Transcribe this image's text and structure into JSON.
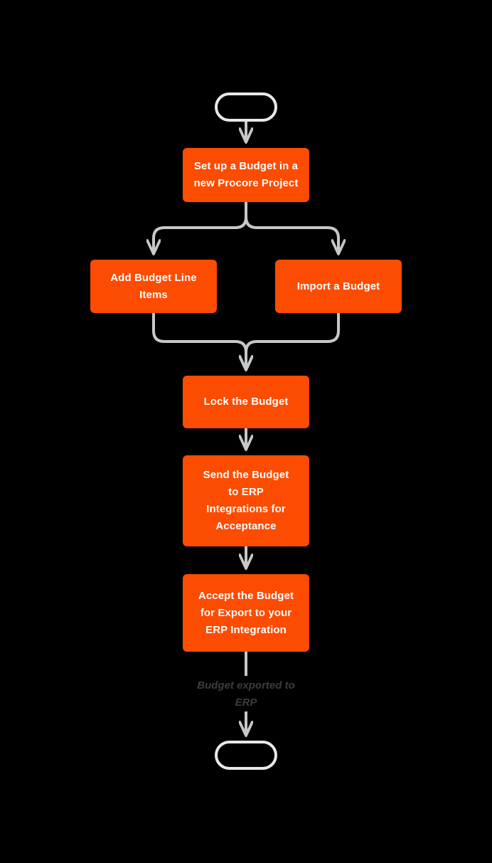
{
  "diagram": {
    "title": "Procore Budget to ERP Integration Workflow",
    "background_color": "#000000",
    "node_fill_color": "#FC4C02",
    "node_text_color": "#FFFFFF",
    "connector_color": "#C8C8C8",
    "terminal_border_color": "#E8E8E8",
    "edge_label_color": "#3D3D3D"
  },
  "nodes": {
    "start": {
      "label": "",
      "shape": "stadium"
    },
    "setup_budget": {
      "label": "Set up a Budget in a\nnew Procore Project",
      "shape": "rectangle"
    },
    "add_line_items": {
      "label": "Add Budget Line\nItems",
      "shape": "rectangle"
    },
    "import_budget": {
      "label": "Import a Budget",
      "shape": "rectangle"
    },
    "lock_budget": {
      "label": "Lock the Budget",
      "shape": "rectangle"
    },
    "send_to_erp": {
      "label": "Send the Budget\nto ERP\nIntegrations for\nAcceptance",
      "shape": "rectangle"
    },
    "accept_budget": {
      "label": "Accept the Budget\nfor Export to your\nERP Integration",
      "shape": "rectangle"
    },
    "end": {
      "label": "",
      "shape": "stadium"
    }
  },
  "edges": {
    "start_to_setup": {
      "label": ""
    },
    "setup_to_add": {
      "label": ""
    },
    "setup_to_import": {
      "label": ""
    },
    "add_to_lock": {
      "label": ""
    },
    "import_to_lock": {
      "label": ""
    },
    "lock_to_send": {
      "label": ""
    },
    "send_to_accept": {
      "label": ""
    },
    "accept_to_end": {
      "label": "Budget exported to\nERP"
    }
  }
}
